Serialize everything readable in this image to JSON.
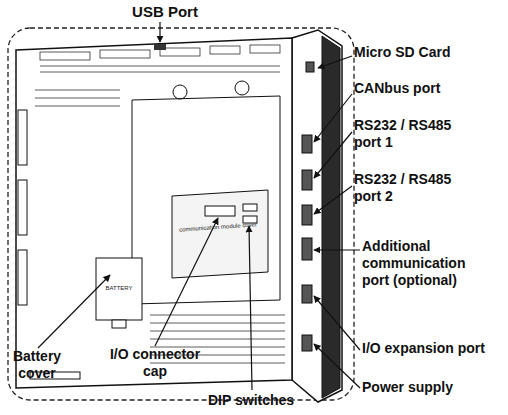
{
  "diagram": {
    "labels": [
      "USB Port",
      "Micro SD Card",
      "CANbus port",
      "RS232 / RS485 port 1",
      "RS232 / RS485 port 2",
      "Additional communication port (optional)",
      "I/O expansion port",
      "Power supply",
      "DIP switches",
      "I/O connector cap",
      "Battery cover",
      "BATTERY",
      "communication module cover"
    ]
  }
}
